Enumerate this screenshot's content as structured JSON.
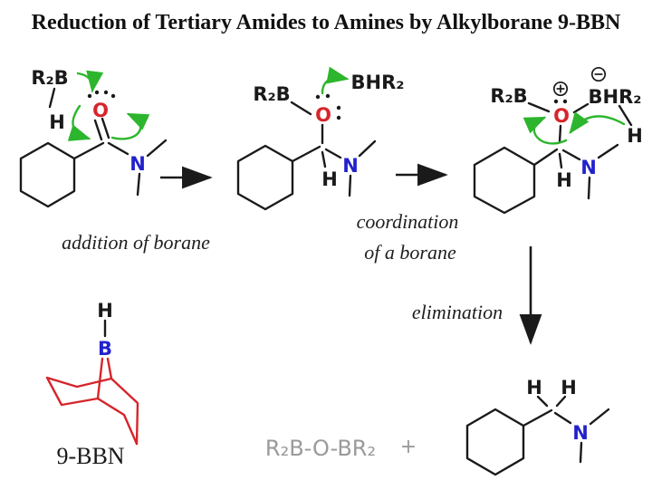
{
  "title": "Reduction of Tertiary Amides to Amines by Alkylborane 9-BBN",
  "labels": {
    "step1": "addition of borane",
    "step2a": "coordination",
    "step2b": "of a borane",
    "step3": "elimination"
  },
  "s1": {
    "r2b": "R₂B",
    "h": "H",
    "o": "O",
    "n": "N"
  },
  "s2": {
    "r2b": "R₂B",
    "bhr2": "BHR₂",
    "o": "O",
    "h": "H",
    "n": "N"
  },
  "s3": {
    "r2b": "R₂B",
    "bhr2": "BHR₂",
    "o": "O",
    "h_borane": "H",
    "h_carbon": "H",
    "n": "N"
  },
  "bbn": {
    "h": "H",
    "b": "B",
    "name": "9-BBN"
  },
  "byproduct": {
    "formula": "R₂B-O-BR₂",
    "plus": "+"
  },
  "product": {
    "h1": "H",
    "h2": "H",
    "n": "N"
  },
  "colors": {
    "oxygen_red": "#d6252b",
    "heteroatom_blue": "#2222cc",
    "curved_arrow_green": "#2db52d",
    "bond_black": "#1a1a1a",
    "byproduct_gray": "#9a9a9a"
  },
  "icons": {
    "positive_charge": "plus-in-circle",
    "negative_charge": "minus-in-circle",
    "lone_pairs": "electron-dot-pairs"
  }
}
